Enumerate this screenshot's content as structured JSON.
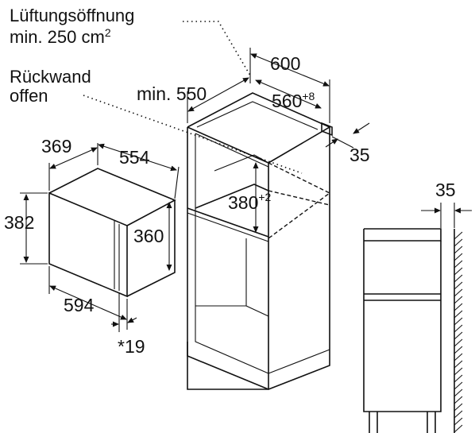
{
  "labels": {
    "vent_line1": "Lüftungsöffnung",
    "vent_line2": "min. 250 cm",
    "vent_sup": "2",
    "back_line1": "Rückwand",
    "back_line2": "offen"
  },
  "dimensions": {
    "niche_width": "600",
    "niche_depth": "min. 550",
    "niche_inner_width": "560",
    "niche_inner_tol": "+8",
    "side_gap": "35",
    "opening_height": "380",
    "opening_tol": "+2",
    "appliance_depth": "369",
    "appliance_inner_width": "554",
    "appliance_height": "382",
    "appliance_inner_height": "360",
    "appliance_width": "594",
    "front_thickness": "*19",
    "side_view_gap": "35"
  }
}
